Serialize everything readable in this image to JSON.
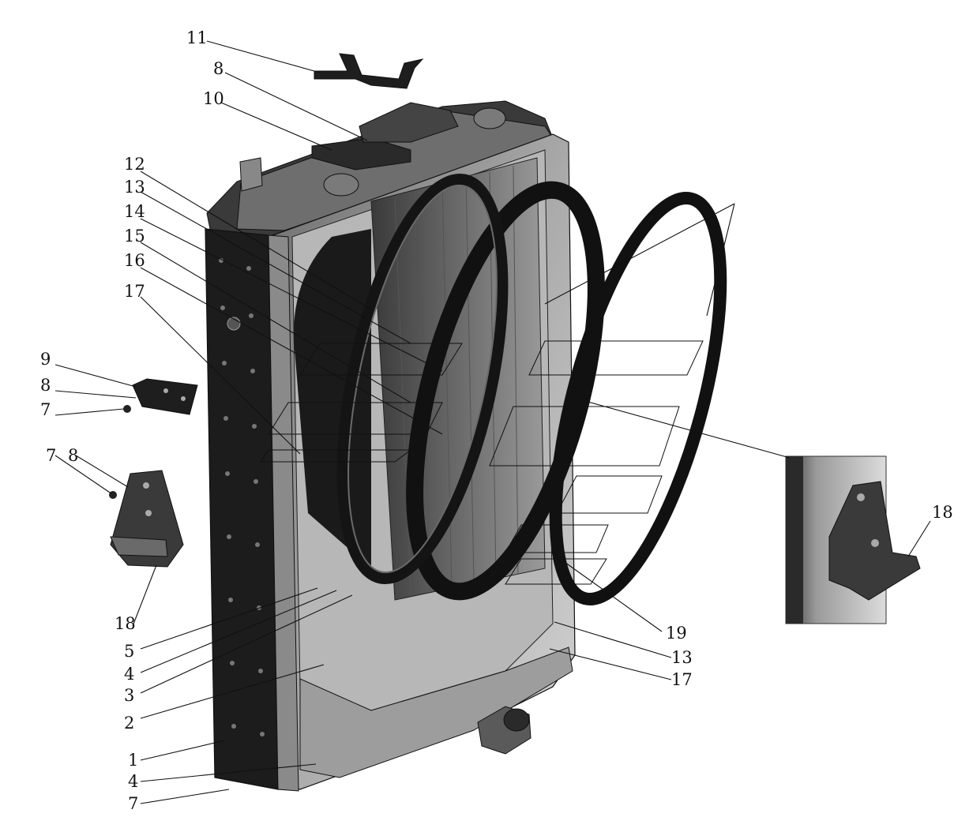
{
  "callouts": {
    "c11": "11",
    "c8_top": "8",
    "c10": "10",
    "c12": "12",
    "c13_left": "13",
    "c14": "14",
    "c15": "15",
    "c16": "16",
    "c17_left": "17",
    "c9": "9",
    "c8_mid": "8",
    "c7_mid": "7",
    "c7_low": "7",
    "c8_low": "8",
    "c18_left": "18",
    "c5": "5",
    "c4_mid": "4",
    "c3": "3",
    "c2": "2",
    "c1": "1",
    "c4_bot": "4",
    "c7_bot": "7",
    "c19": "19",
    "c13_right": "13",
    "c17_right": "17",
    "c18_inset": "18"
  },
  "colors": {
    "ink": "#111111",
    "dark": "#1c1c1c",
    "mid": "#8d8d8d",
    "light": "#cfcfcf",
    "paper": "#ffffff"
  }
}
